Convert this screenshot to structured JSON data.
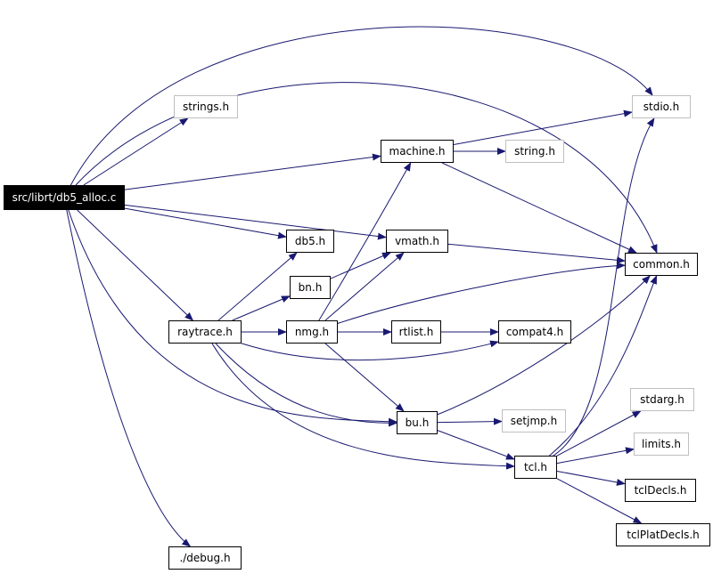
{
  "diagram": {
    "edge_color": "#191970",
    "nodes": {
      "root": {
        "label": "src/librt/db5_alloc.c",
        "style": "root"
      },
      "strings": {
        "label": "strings.h",
        "style": "external"
      },
      "stdio": {
        "label": "stdio.h",
        "style": "external"
      },
      "machine": {
        "label": "machine.h",
        "style": "normal"
      },
      "string": {
        "label": "string.h",
        "style": "external"
      },
      "db5": {
        "label": "db5.h",
        "style": "normal"
      },
      "vmath": {
        "label": "vmath.h",
        "style": "normal"
      },
      "common": {
        "label": "common.h",
        "style": "normal"
      },
      "bn": {
        "label": "bn.h",
        "style": "normal"
      },
      "raytrace": {
        "label": "raytrace.h",
        "style": "normal"
      },
      "nmg": {
        "label": "nmg.h",
        "style": "normal"
      },
      "rtlist": {
        "label": "rtlist.h",
        "style": "normal"
      },
      "compat4": {
        "label": "compat4.h",
        "style": "normal"
      },
      "stdarg": {
        "label": "stdarg.h",
        "style": "external"
      },
      "bu": {
        "label": "bu.h",
        "style": "normal"
      },
      "setjmp": {
        "label": "setjmp.h",
        "style": "external"
      },
      "limits": {
        "label": "limits.h",
        "style": "external"
      },
      "tcl": {
        "label": "tcl.h",
        "style": "normal"
      },
      "tclDecls": {
        "label": "tclDecls.h",
        "style": "normal"
      },
      "tclPlatDecls": {
        "label": "tclPlatDecls.h",
        "style": "normal"
      },
      "debug": {
        "label": "./debug.h",
        "style": "normal"
      }
    },
    "edges": [
      [
        "root",
        "strings"
      ],
      [
        "root",
        "stdio"
      ],
      [
        "root",
        "common"
      ],
      [
        "root",
        "machine"
      ],
      [
        "root",
        "db5"
      ],
      [
        "root",
        "vmath"
      ],
      [
        "root",
        "raytrace"
      ],
      [
        "root",
        "bu"
      ],
      [
        "root",
        "debug"
      ],
      [
        "machine",
        "stdio"
      ],
      [
        "machine",
        "string"
      ],
      [
        "machine",
        "common"
      ],
      [
        "vmath",
        "common"
      ],
      [
        "bn",
        "vmath"
      ],
      [
        "raytrace",
        "db5"
      ],
      [
        "raytrace",
        "bn"
      ],
      [
        "raytrace",
        "nmg"
      ],
      [
        "raytrace",
        "compat4"
      ],
      [
        "raytrace",
        "bu"
      ],
      [
        "raytrace",
        "tcl"
      ],
      [
        "nmg",
        "machine"
      ],
      [
        "nmg",
        "vmath"
      ],
      [
        "nmg",
        "common"
      ],
      [
        "nmg",
        "rtlist"
      ],
      [
        "nmg",
        "bu"
      ],
      [
        "rtlist",
        "compat4"
      ],
      [
        "bu",
        "common"
      ],
      [
        "bu",
        "setjmp"
      ],
      [
        "bu",
        "tcl"
      ],
      [
        "tcl",
        "stdio"
      ],
      [
        "tcl",
        "common"
      ],
      [
        "tcl",
        "stdarg"
      ],
      [
        "tcl",
        "limits"
      ],
      [
        "tcl",
        "tclDecls"
      ],
      [
        "tcl",
        "tclPlatDecls"
      ]
    ]
  }
}
